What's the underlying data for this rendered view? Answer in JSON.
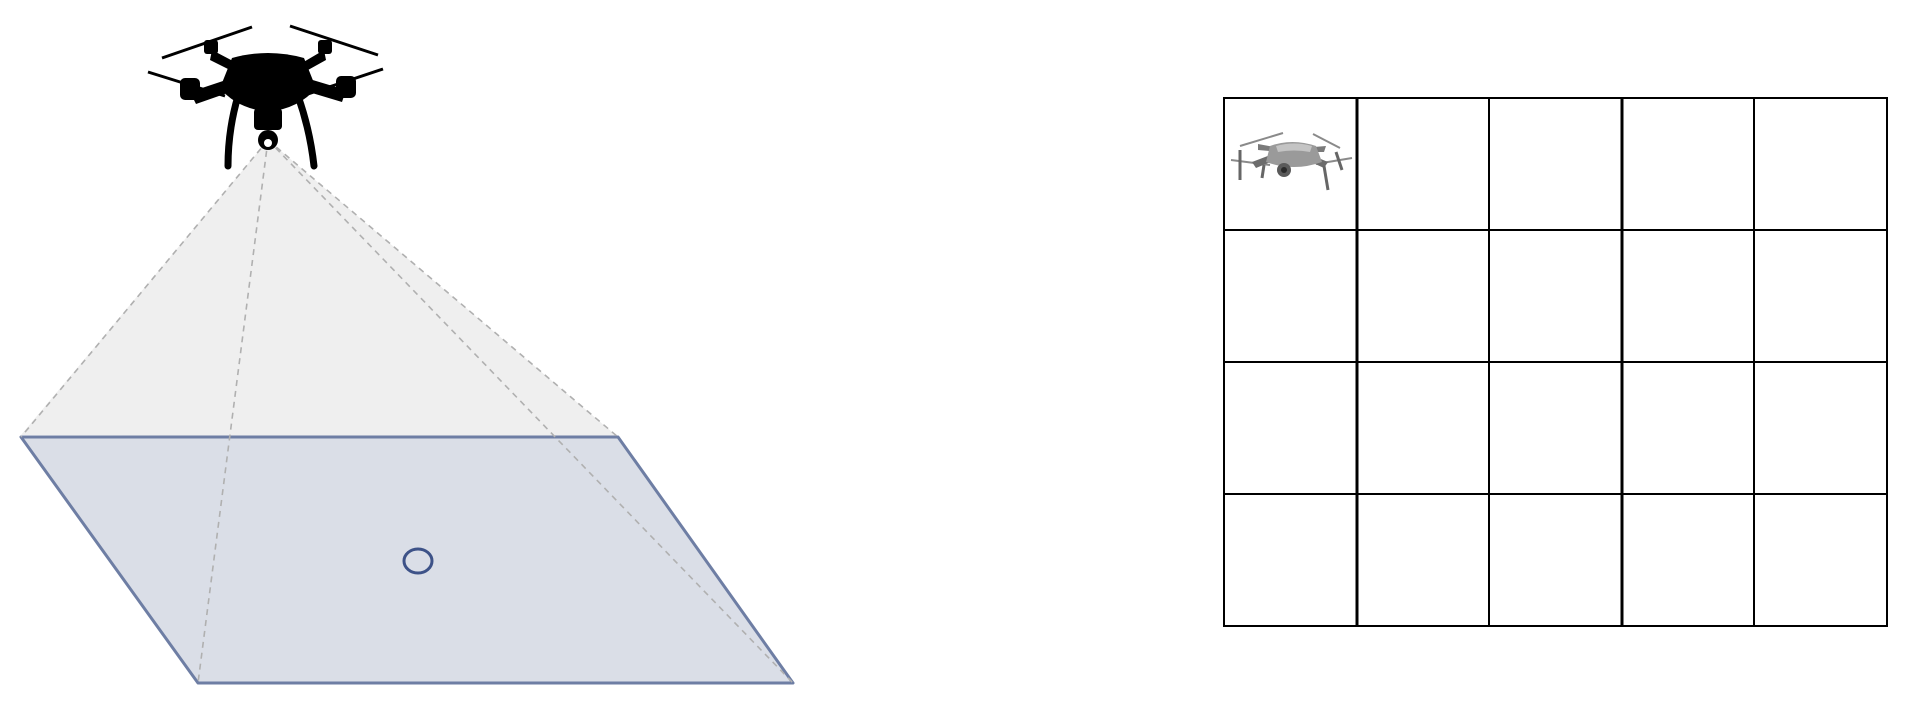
{
  "diagram": {
    "left_panel": {
      "drone_icon": "quadcopter-silhouette-icon",
      "camera_frustum_fill": "#efefef",
      "frustum_edge_color": "#b0b0b0",
      "ground_plane_fill": "#dadee7",
      "ground_plane_stroke": "#6e7ea4",
      "target_marker_stroke": "#3d5288"
    },
    "right_panel": {
      "grid_rows": 4,
      "grid_cols": 5,
      "grid_line_color": "#000000",
      "drone_icon": "folded-arm-drone-icon",
      "drone_cell": {
        "row": 0,
        "col": 0
      }
    }
  }
}
